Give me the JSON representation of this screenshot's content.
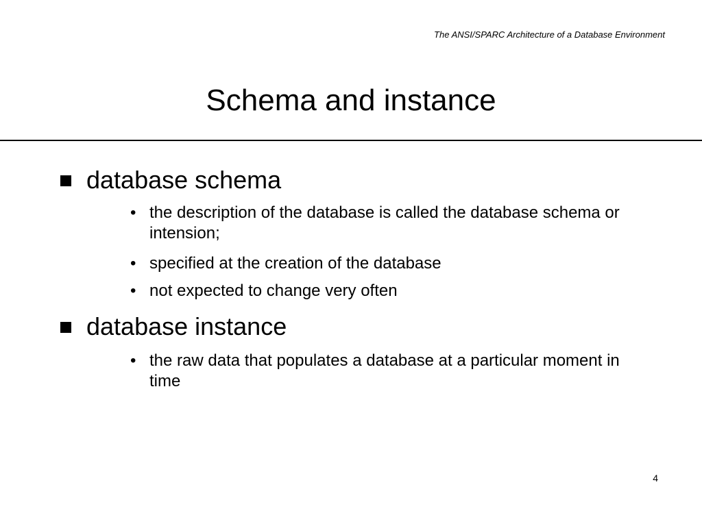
{
  "header": "The ANSI/SPARC Architecture of a Database Environment",
  "title": "Schema and instance",
  "sections": [
    {
      "heading": "database schema",
      "items": [
        "the description of the database is called the database schema or intension;",
        "specified at the creation of the database",
        "not expected to change very often"
      ]
    },
    {
      "heading": "database instance",
      "items": [
        "the raw data that populates a database at a particular moment in time"
      ]
    }
  ],
  "page_number": "4"
}
